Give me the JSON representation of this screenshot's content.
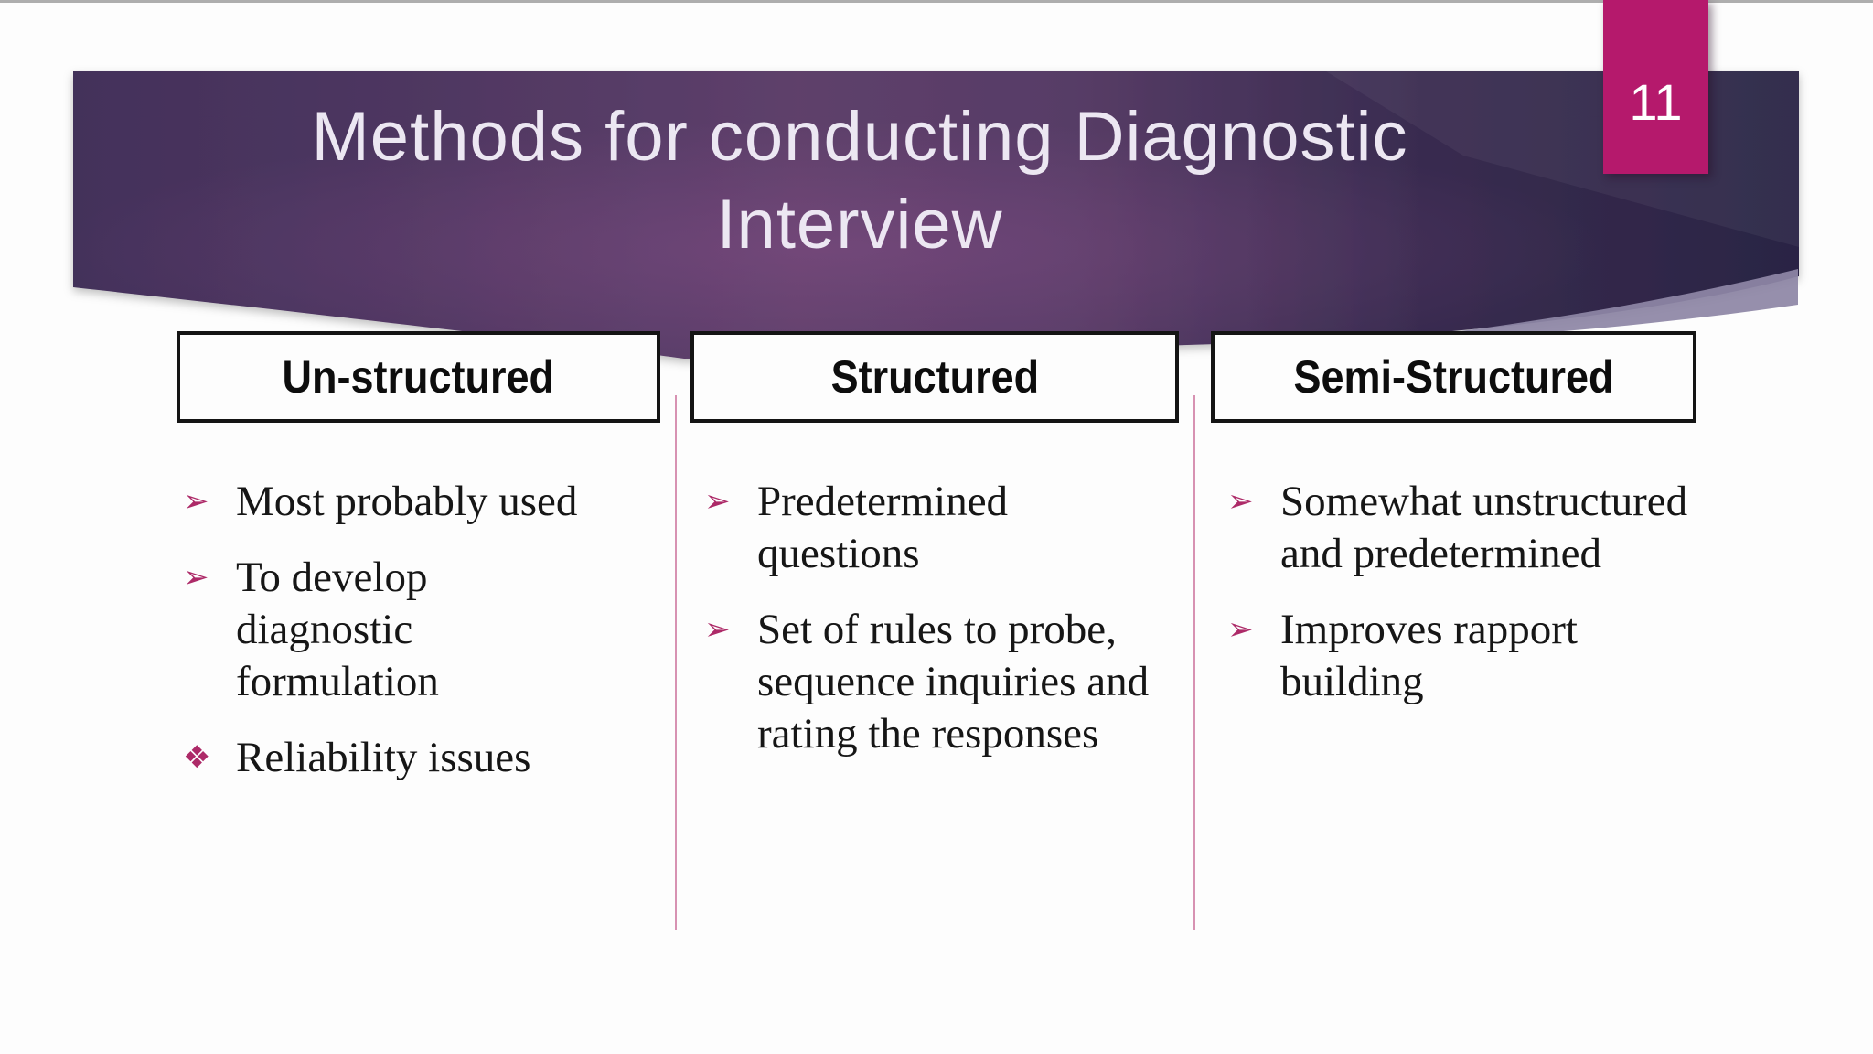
{
  "slide": {
    "page_number": "11",
    "title": {
      "line1": "Methods for conducting Diagnostic",
      "line2": "Interview"
    },
    "columns": [
      {
        "header": "Un-structured",
        "items": [
          {
            "marker": "➢",
            "icon": "arrow-bullet-icon",
            "text": "Most probably used"
          },
          {
            "marker": "➢",
            "icon": "arrow-bullet-icon",
            "text": "To develop diagnostic formulation"
          },
          {
            "marker": "❖",
            "icon": "diamond-bullet-icon",
            "text": "Reliability issues"
          }
        ]
      },
      {
        "header": "Structured",
        "items": [
          {
            "marker": "➢",
            "icon": "arrow-bullet-icon",
            "text": "Predetermined questions"
          },
          {
            "marker": "➢",
            "icon": "arrow-bullet-icon",
            "text": "Set of rules to probe, sequence inquiries and rating the responses"
          }
        ]
      },
      {
        "header": "Semi-Structured",
        "items": [
          {
            "marker": "➢",
            "icon": "arrow-bullet-icon",
            "text": "Somewhat unstructured and predetermined"
          },
          {
            "marker": "➢",
            "icon": "arrow-bullet-icon",
            "text": "Improves rapport building"
          }
        ]
      }
    ],
    "colors": {
      "page_badge_pink": "#b5196c",
      "bullet_magenta": "#ad2a68",
      "divider_pink": "#d792b2",
      "band_dark_right": "#2a2444",
      "band_mid_purple": "#5e406b",
      "band_dark_left": "#43315a",
      "lavender_wave": "#8e87a6",
      "title_text": "#ece7f2",
      "box_border_black": "#141414"
    }
  }
}
